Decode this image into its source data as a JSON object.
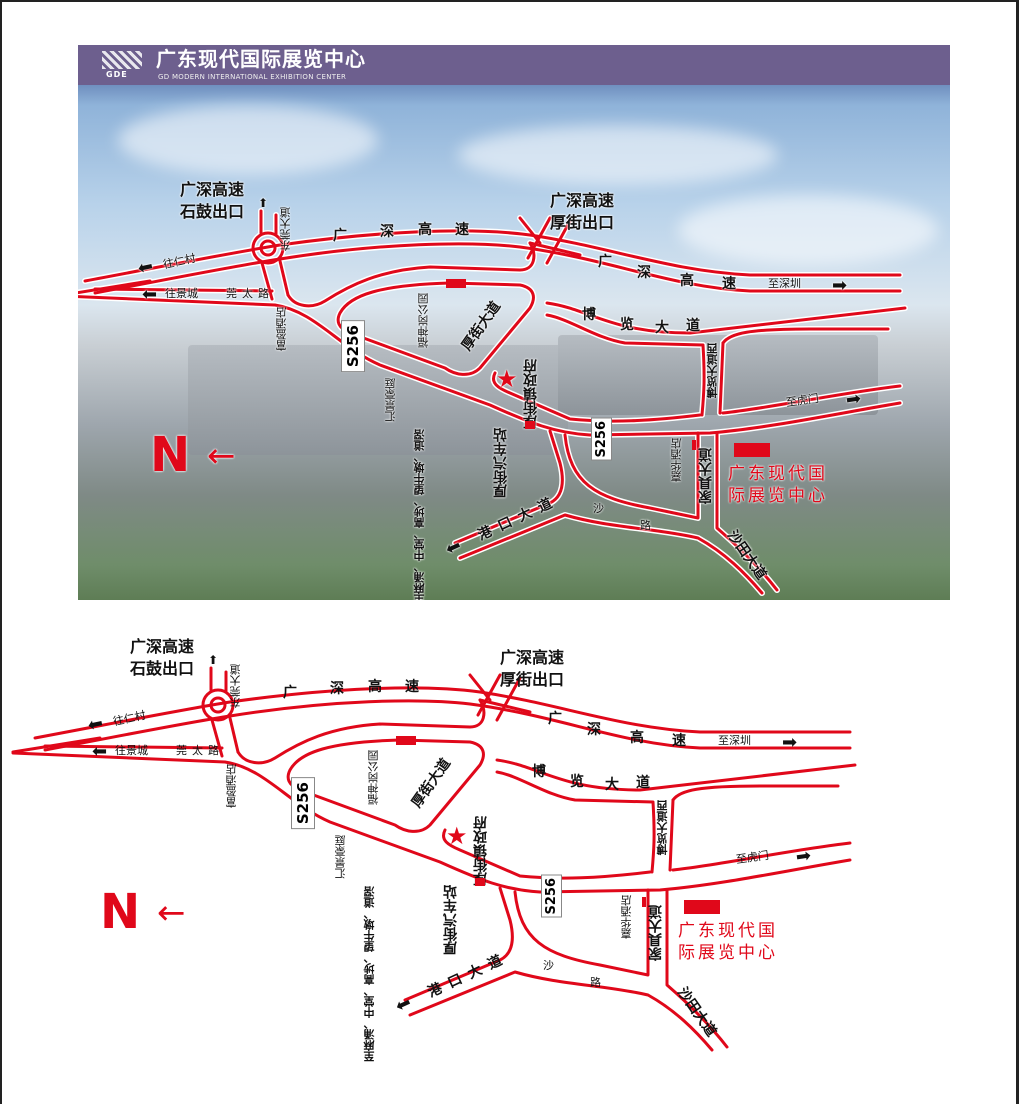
{
  "header": {
    "title_cn": "广东现代国际展览中心",
    "title_en": "GD MODERN INTERNATIONAL EXHIBITION CENTER",
    "logo_text": "GDE"
  },
  "map": {
    "exit_shigu": [
      "广深高速",
      "石鼓出口"
    ],
    "exit_houjie": [
      "广深高速",
      "厚街出口"
    ],
    "expressway": [
      "广",
      "深",
      "高",
      "速"
    ],
    "to_shenzhen": "至深圳",
    "to_humen": "至虎门",
    "to_renrencun": "往仁村",
    "to_jingcheng": "往景城",
    "guantai_road": [
      "莞",
      "太",
      "路"
    ],
    "dongguan_avenue": "东莞大道",
    "fuying_hotel": "富盈酒店",
    "s256": "S256",
    "huijing_haoting": "汇景豪庭",
    "fushengang_park": [
      "福神岗",
      "公园"
    ],
    "houjie_avenue": "厚街大道",
    "town_gov": [
      "厚街镇",
      "政府"
    ],
    "bolan_avenue": [
      "博",
      "览",
      "大",
      "道"
    ],
    "bolan_avenue_west": "博览大道西",
    "bus_station": [
      "厚街",
      "汽车站"
    ],
    "to_towns": [
      "至麻涌、中堂、高埗、",
      "望牛墩、道滘"
    ],
    "gangkou_avenue": "港口大道",
    "sha_road": [
      "沙",
      "路"
    ],
    "jiahua_hotel": "嘉华酒店",
    "jiaju_avenue": "家具大道",
    "shatian_avenue": "沙田大道",
    "venue": [
      "广东现代国",
      "际展览中心"
    ],
    "north_label": "N"
  },
  "colors": {
    "road": "#e0081a",
    "header": "#6d5f8e",
    "arrow": "#111111"
  }
}
